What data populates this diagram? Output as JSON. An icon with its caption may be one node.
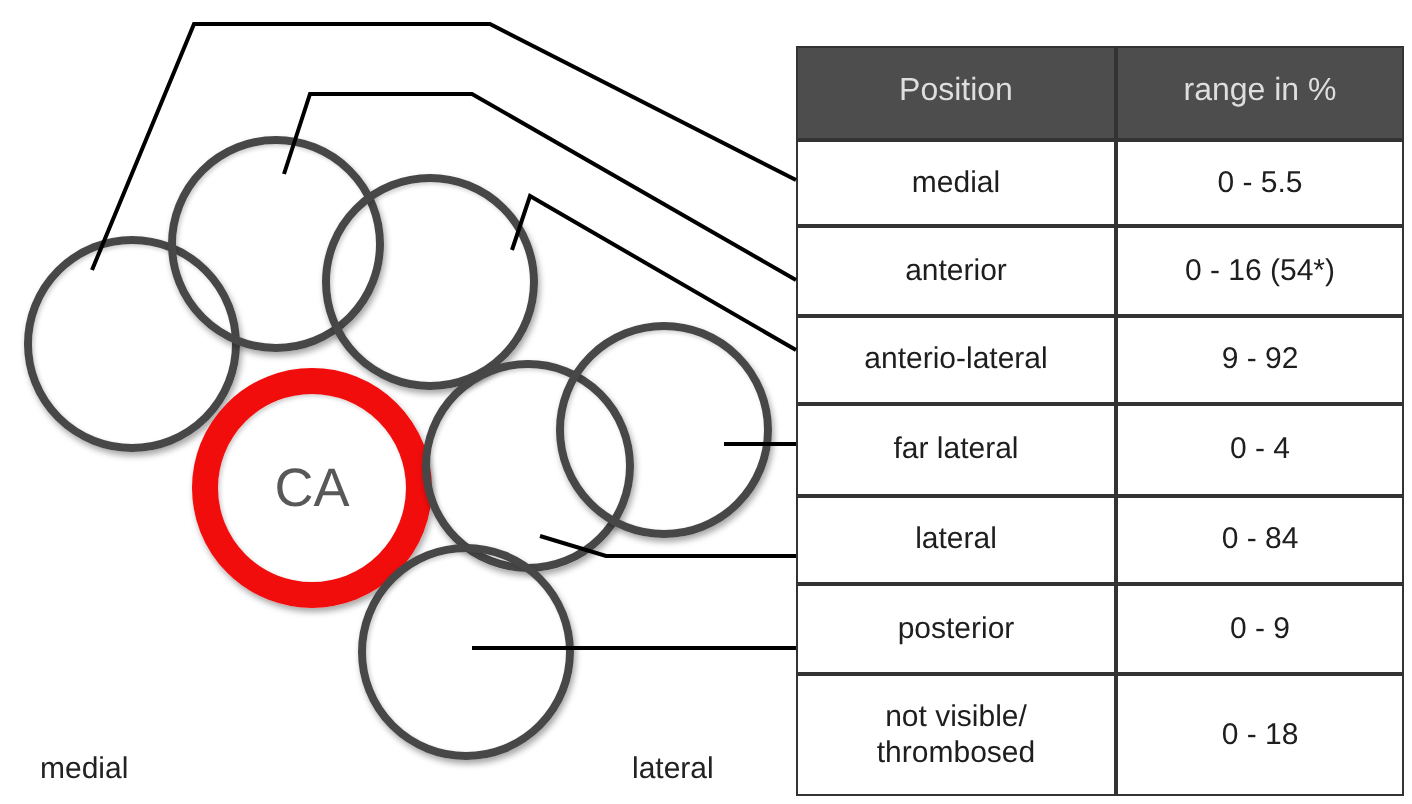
{
  "diagram": {
    "nodes": [
      {
        "text": [],
        "shape": "circle"
      },
      {
        "text": [],
        "shape": "circle"
      },
      {
        "text": [],
        "shape": "circle"
      },
      {
        "text": [
          "CA"
        ]
      },
      {
        "text": [],
        "shape": "circle"
      },
      {
        "text": [],
        "shape": "circle"
      },
      {
        "text": [],
        "shape": "circle"
      },
      {
        "text": [
          "medial"
        ]
      },
      {
        "text": [
          "anterior"
        ]
      },
      {
        "text": [
          "anterio-lateral"
        ]
      },
      {
        "text": [
          "far lateral"
        ]
      },
      {
        "text": [
          "lateral"
        ]
      },
      {
        "text": [
          "posterior"
        ]
      }
    ],
    "edges": [
      {
        "from": 7,
        "to": 0,
        "arrow": "none"
      },
      {
        "from": 8,
        "to": 1,
        "arrow": "none"
      },
      {
        "from": 9,
        "to": 2,
        "arrow": "none"
      },
      {
        "from": 10,
        "to": 5,
        "arrow": "none"
      },
      {
        "from": 11,
        "to": 4,
        "arrow": "none"
      },
      {
        "from": 12,
        "to": 6,
        "arrow": "none"
      }
    ],
    "labels": [
      "Position",
      "range in %",
      "0 - 5.5",
      "0 - 16 (54*)",
      "9 - 92",
      "0 - 4",
      "0 - 84",
      "0 - 9",
      "not visible/ thrombosed",
      "0 - 18",
      "medial",
      "lateral"
    ]
  }
}
